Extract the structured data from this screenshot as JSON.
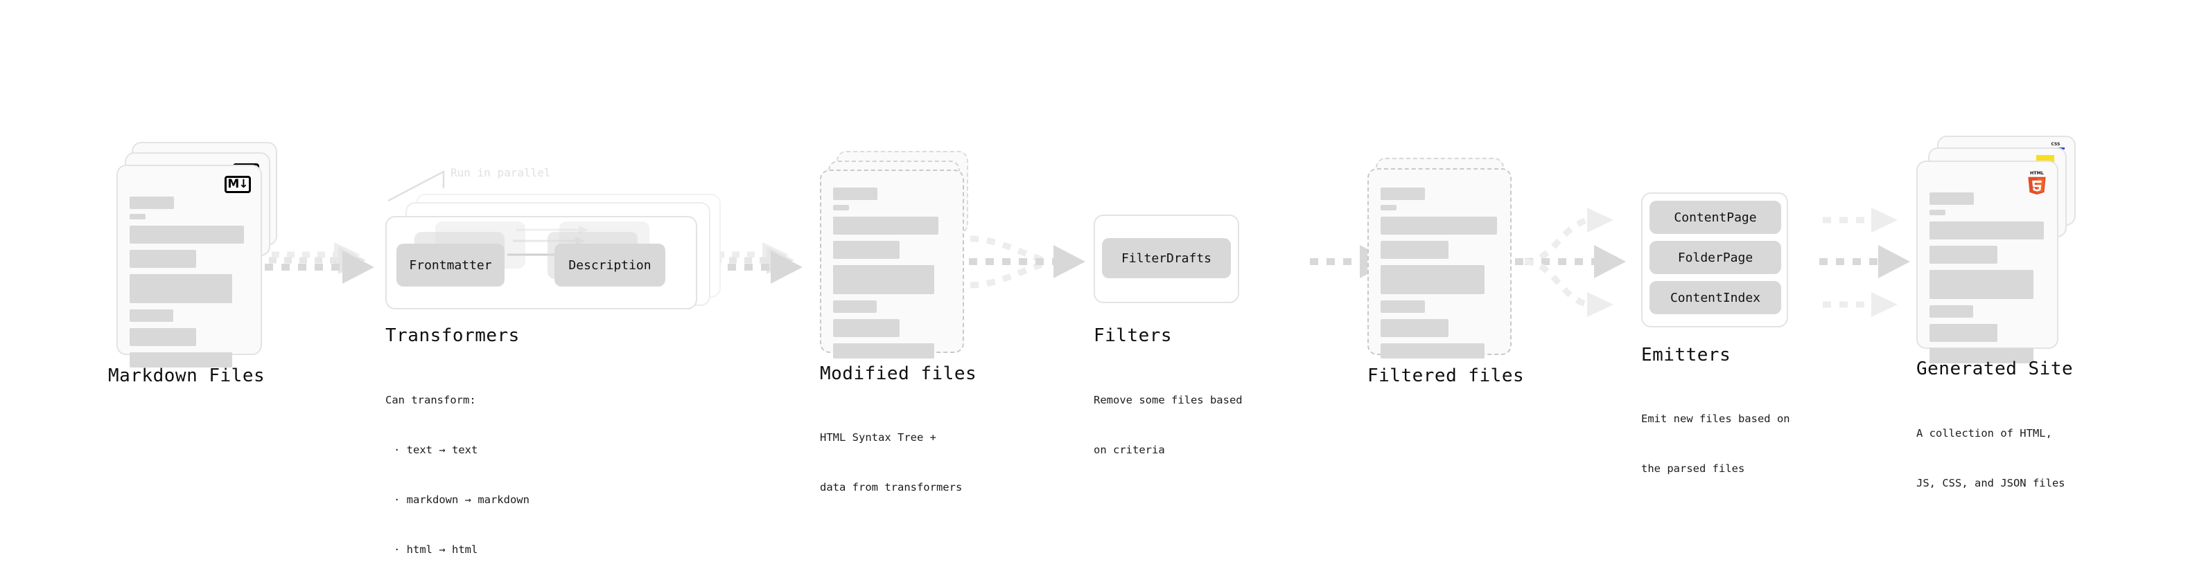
{
  "diagram": {
    "title_hidden": "",
    "accent_colors": {
      "doc_fill": "#fafafa",
      "doc_border": "#e3e3e3",
      "doc_border_dashed": "#c9c9c9",
      "line_fill": "#d8d8d8",
      "chip_fill": "#d8d8d8",
      "arrow": "#d8d8d8",
      "arrow_faint": "#ededed",
      "text": "#0f0f0f",
      "muted_text": "#e0e0e0",
      "html5_orange": "#e44d26",
      "js_yellow": "#f7df1e",
      "css_blue": "#2c4bdd"
    },
    "stages": [
      {
        "id": "markdown-files",
        "title": "Markdown Files",
        "subtitle": "",
        "badge": "markdown-icon",
        "badge_text": "M↓"
      },
      {
        "id": "transformers",
        "title": "Transformers",
        "subtitle_lines": [
          "Can transform:",
          "· text → text",
          "· markdown → markdown",
          "· html → html"
        ],
        "note": "Run in parallel",
        "chips": [
          "Frontmatter",
          "Description"
        ]
      },
      {
        "id": "modified-files",
        "title": "Modified files",
        "subtitle_lines": [
          "HTML Syntax Tree +",
          "data from transformers"
        ]
      },
      {
        "id": "filters",
        "title": "Filters",
        "subtitle_lines": [
          "Remove some files based",
          "on criteria"
        ],
        "chips": [
          "FilterDrafts"
        ]
      },
      {
        "id": "filtered-files",
        "title": "Filtered files",
        "subtitle_lines": []
      },
      {
        "id": "emitters",
        "title": "Emitters",
        "subtitle_lines": [
          "Emit new files based on",
          "the parsed files"
        ],
        "chips": [
          "ContentPage",
          "FolderPage",
          "ContentIndex"
        ]
      },
      {
        "id": "generated-site",
        "title": "Generated Site",
        "subtitle_lines": [
          "A collection of HTML,",
          "JS, CSS, and JSON files"
        ],
        "badges": [
          "html5-icon",
          "js-icon",
          "css-icon"
        ],
        "badge_texts": {
          "css": "CSS",
          "html5": "HTML"
        }
      }
    ]
  }
}
